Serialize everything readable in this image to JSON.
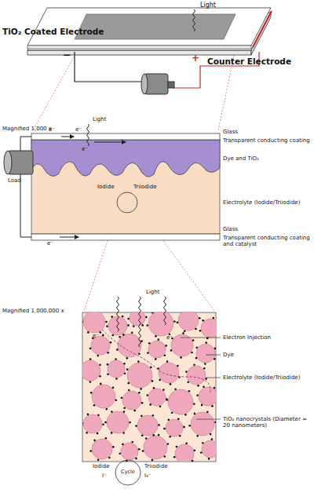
{
  "diagram": {
    "labels": [
      "Light",
      "TiO₂ Coated Electrode",
      "−",
      "+",
      "Counter Electrode",
      "Magnified 1,000 x",
      "Light",
      "e⁻",
      "e⁻",
      "e⁻",
      "Load",
      "Iodide",
      "Triiodide",
      "e⁻",
      "Glass",
      "Transparent conducting coating",
      "Dye and TiO₂",
      "Electrolyte (Iodide/Triiodide)",
      "Glass",
      "Transparent conducting coating and catalyst",
      "Magnified 1,000,000 x",
      "Light",
      "e⁻",
      "e⁻",
      "Electron Injection",
      "Dye",
      "Electrolyte (Iodide/Triiodide)",
      "TiO₂ nanocrystals (Diameter ≈ 20 nanometers)",
      "Iodide",
      "I⁻",
      "Cycle",
      "Triiodide",
      "I₃⁻"
    ]
  }
}
